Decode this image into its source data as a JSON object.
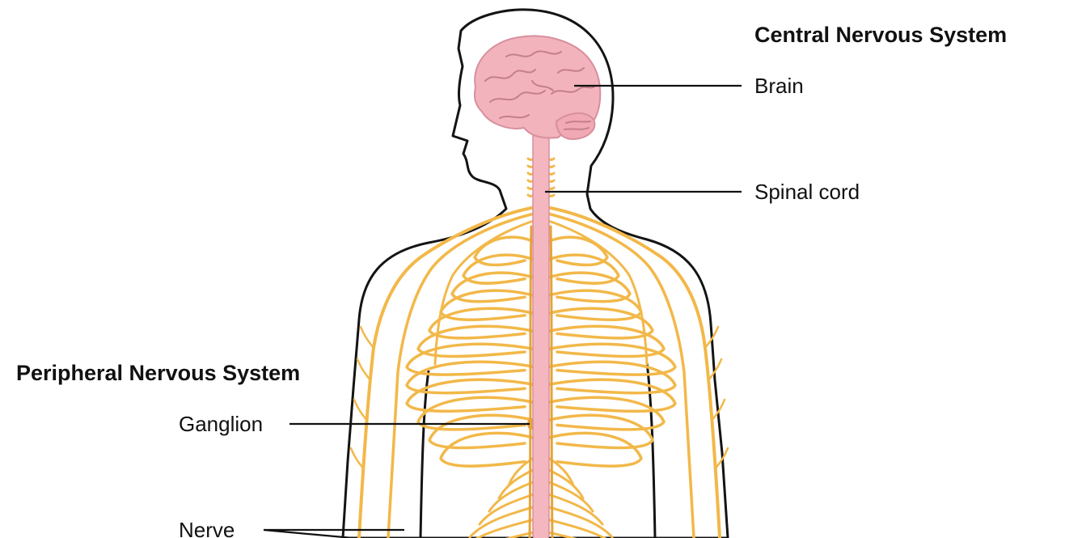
{
  "headings": {
    "central": "Central Nervous System",
    "peripheral": "Peripheral Nervous System"
  },
  "labels": {
    "brain": "Brain",
    "spinal_cord": "Spinal cord",
    "ganglion": "Ganglion",
    "nerve": "Nerve"
  },
  "colors": {
    "nerve": "#f2b849",
    "nerve_shade": "#e6a338",
    "brain": "#f3b3bd",
    "brain_edge": "#d78f9c",
    "spinal_cord": "#f4b7bf",
    "outline": "#141414"
  }
}
